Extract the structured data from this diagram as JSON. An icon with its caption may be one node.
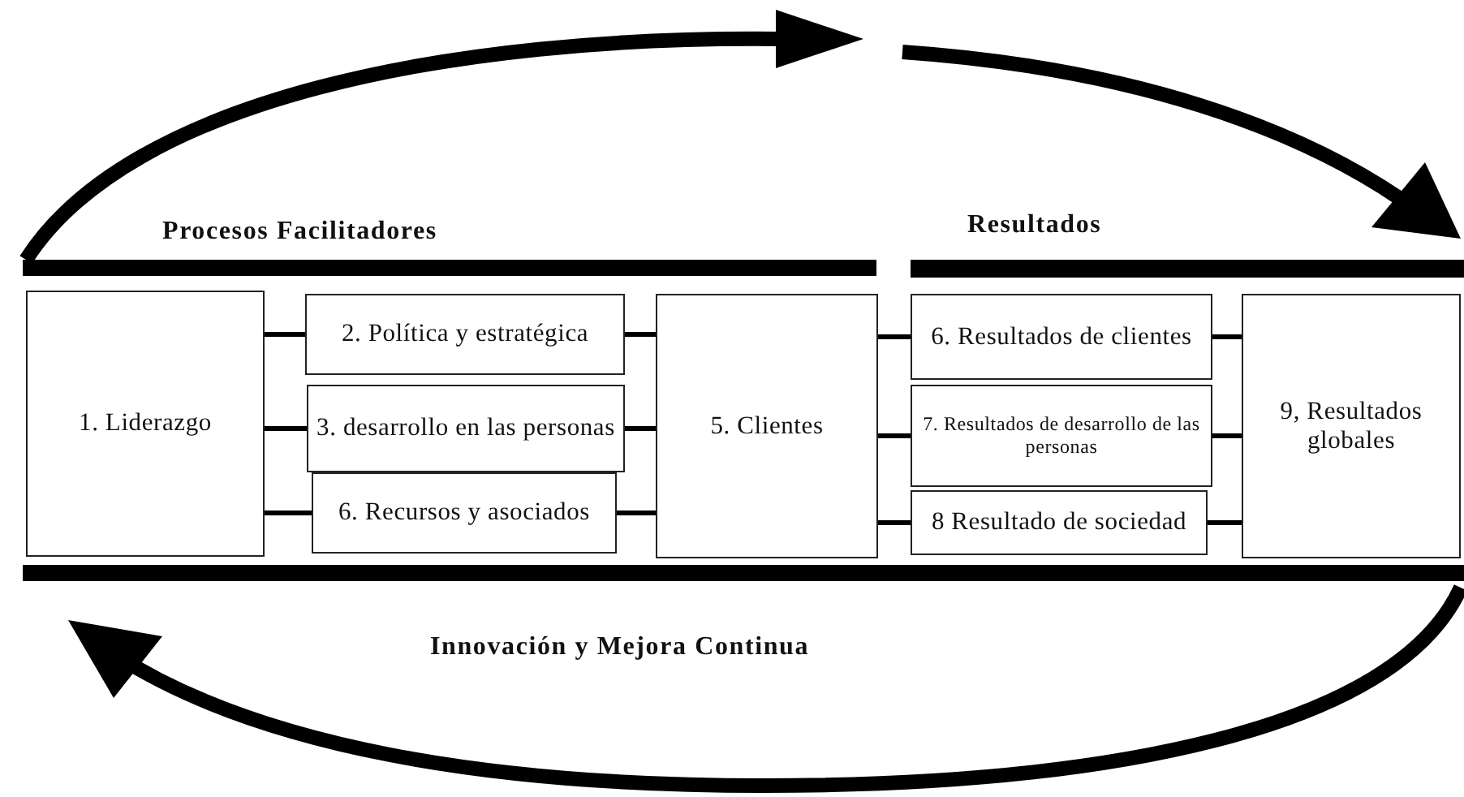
{
  "diagram": {
    "nodes": [
      {
        "text": [
          "1. Liderazgo"
        ]
      },
      {
        "text": [
          "2. Política y estratégica"
        ]
      },
      {
        "text": [
          "3. desarrollo en las personas"
        ]
      },
      {
        "text": [
          "6. Recursos y asociados"
        ]
      },
      {
        "text": [
          "5. Clientes"
        ]
      },
      {
        "text": [
          "6. Resultados de clientes"
        ]
      },
      {
        "text": [
          "7. Resultados de desarrollo de las personas"
        ]
      },
      {
        "text": [
          "8 Resultado de sociedad"
        ]
      },
      {
        "text": [
          "9, Resultados globales"
        ]
      }
    ],
    "edges": [
      {
        "from": 0,
        "to": 1,
        "arrow": "none"
      },
      {
        "from": 0,
        "to": 2,
        "arrow": "none"
      },
      {
        "from": 0,
        "to": 3,
        "arrow": "none"
      },
      {
        "from": 1,
        "to": 4,
        "arrow": "none"
      },
      {
        "from": 2,
        "to": 4,
        "arrow": "none"
      },
      {
        "from": 3,
        "to": 4,
        "arrow": "none"
      },
      {
        "from": 4,
        "to": 5,
        "arrow": "none"
      },
      {
        "from": 4,
        "to": 6,
        "arrow": "none"
      },
      {
        "from": 4,
        "to": 7,
        "arrow": "none"
      },
      {
        "from": 5,
        "to": 8,
        "arrow": "none"
      },
      {
        "from": 6,
        "to": 8,
        "arrow": "none"
      },
      {
        "from": 7,
        "to": 8,
        "arrow": "none"
      }
    ],
    "labels": [
      "Procesos Facilitadores",
      "Resultados",
      "Innovación y Mejora Continua"
    ]
  }
}
